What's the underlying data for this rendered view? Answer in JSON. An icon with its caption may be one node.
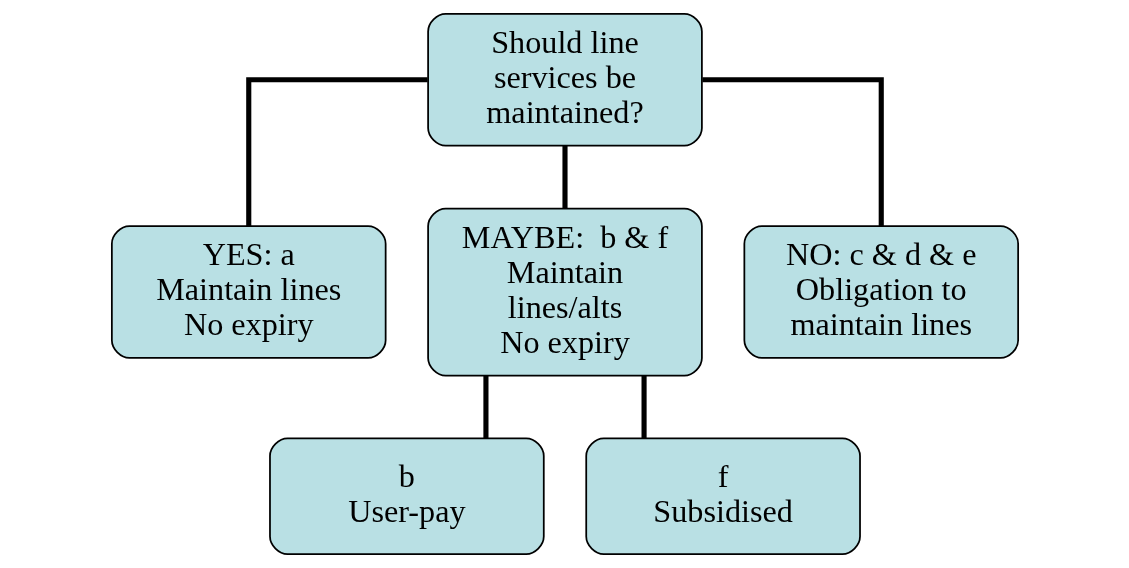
{
  "diagram": {
    "nodes": [
      {
        "text": [
          "Should line services be maintained?"
        ]
      },
      {
        "text": [
          "YES: a",
          "Maintain lines",
          "No expiry"
        ]
      },
      {
        "text": [
          "MAYBE:  b & f",
          "Maintain lines/alts",
          "No expiry"
        ]
      },
      {
        "text": [
          "NO: c & d & e",
          "Obligation to maintain lines"
        ]
      },
      {
        "text": [
          "b",
          "User-pay"
        ]
      },
      {
        "text": [
          "f",
          "Subsidised"
        ]
      }
    ],
    "edges": [
      {
        "from": 0,
        "to": 1,
        "arrow": "none"
      },
      {
        "from": 0,
        "to": 2,
        "arrow": "none"
      },
      {
        "from": 0,
        "to": 3,
        "arrow": "none"
      },
      {
        "from": 2,
        "to": 4,
        "arrow": "none"
      },
      {
        "from": 2,
        "to": 5,
        "arrow": "none"
      }
    ]
  }
}
